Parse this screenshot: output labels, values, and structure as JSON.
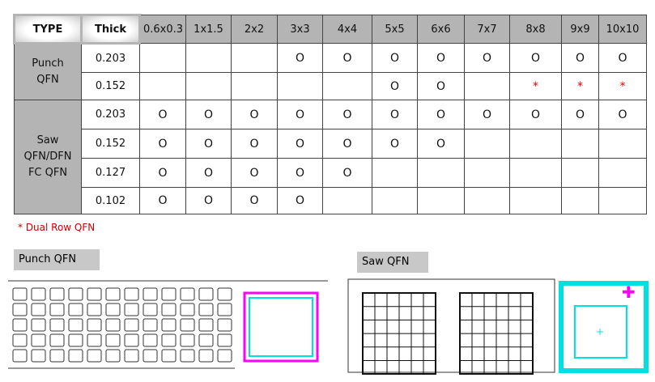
{
  "table": {
    "headers": [
      "TYPE",
      "Thick",
      "0.6x0.3",
      "1x1.5",
      "2x2",
      "3x3",
      "4x4",
      "5x5",
      "6x6",
      "7x7",
      "8x8",
      "9x9",
      "10x10"
    ],
    "groups": [
      {
        "type": "Punch\nQFN",
        "rows": [
          {
            "thick": "0.203",
            "cells": [
              "",
              "",
              "",
              "O",
              "O",
              "O",
              "O",
              "O",
              "O",
              "O",
              "O"
            ]
          },
          {
            "thick": "0.152",
            "cells": [
              "",
              "",
              "",
              "",
              "",
              "O",
              "O",
              "",
              "*",
              "*",
              "*"
            ]
          }
        ]
      },
      {
        "type": "Saw\nQFN/DFN\nFC QFN",
        "rows": [
          {
            "thick": "0.203",
            "cells": [
              "O",
              "O",
              "O",
              "O",
              "O",
              "O",
              "O",
              "O",
              "O",
              "O",
              "O"
            ]
          },
          {
            "thick": "0.152",
            "cells": [
              "O",
              "O",
              "O",
              "O",
              "O",
              "O",
              "O",
              "",
              "",
              "",
              ""
            ]
          },
          {
            "thick": "0.127",
            "cells": [
              "O",
              "O",
              "O",
              "O",
              "O",
              "",
              "",
              "",
              "",
              "",
              ""
            ]
          },
          {
            "thick": "0.102",
            "cells": [
              "O",
              "O",
              "O",
              "O",
              "",
              "",
              "",
              "",
              "",
              "",
              ""
            ]
          }
        ]
      }
    ]
  },
  "note": "* Dual Row QFN",
  "figures": {
    "punch_label": "Punch  QFN",
    "saw_label": "Saw  QFN"
  },
  "colors": {
    "accent_cyan": "#00e0e0",
    "accent_magenta": "#ff00ff",
    "star_red": "#e00000"
  }
}
